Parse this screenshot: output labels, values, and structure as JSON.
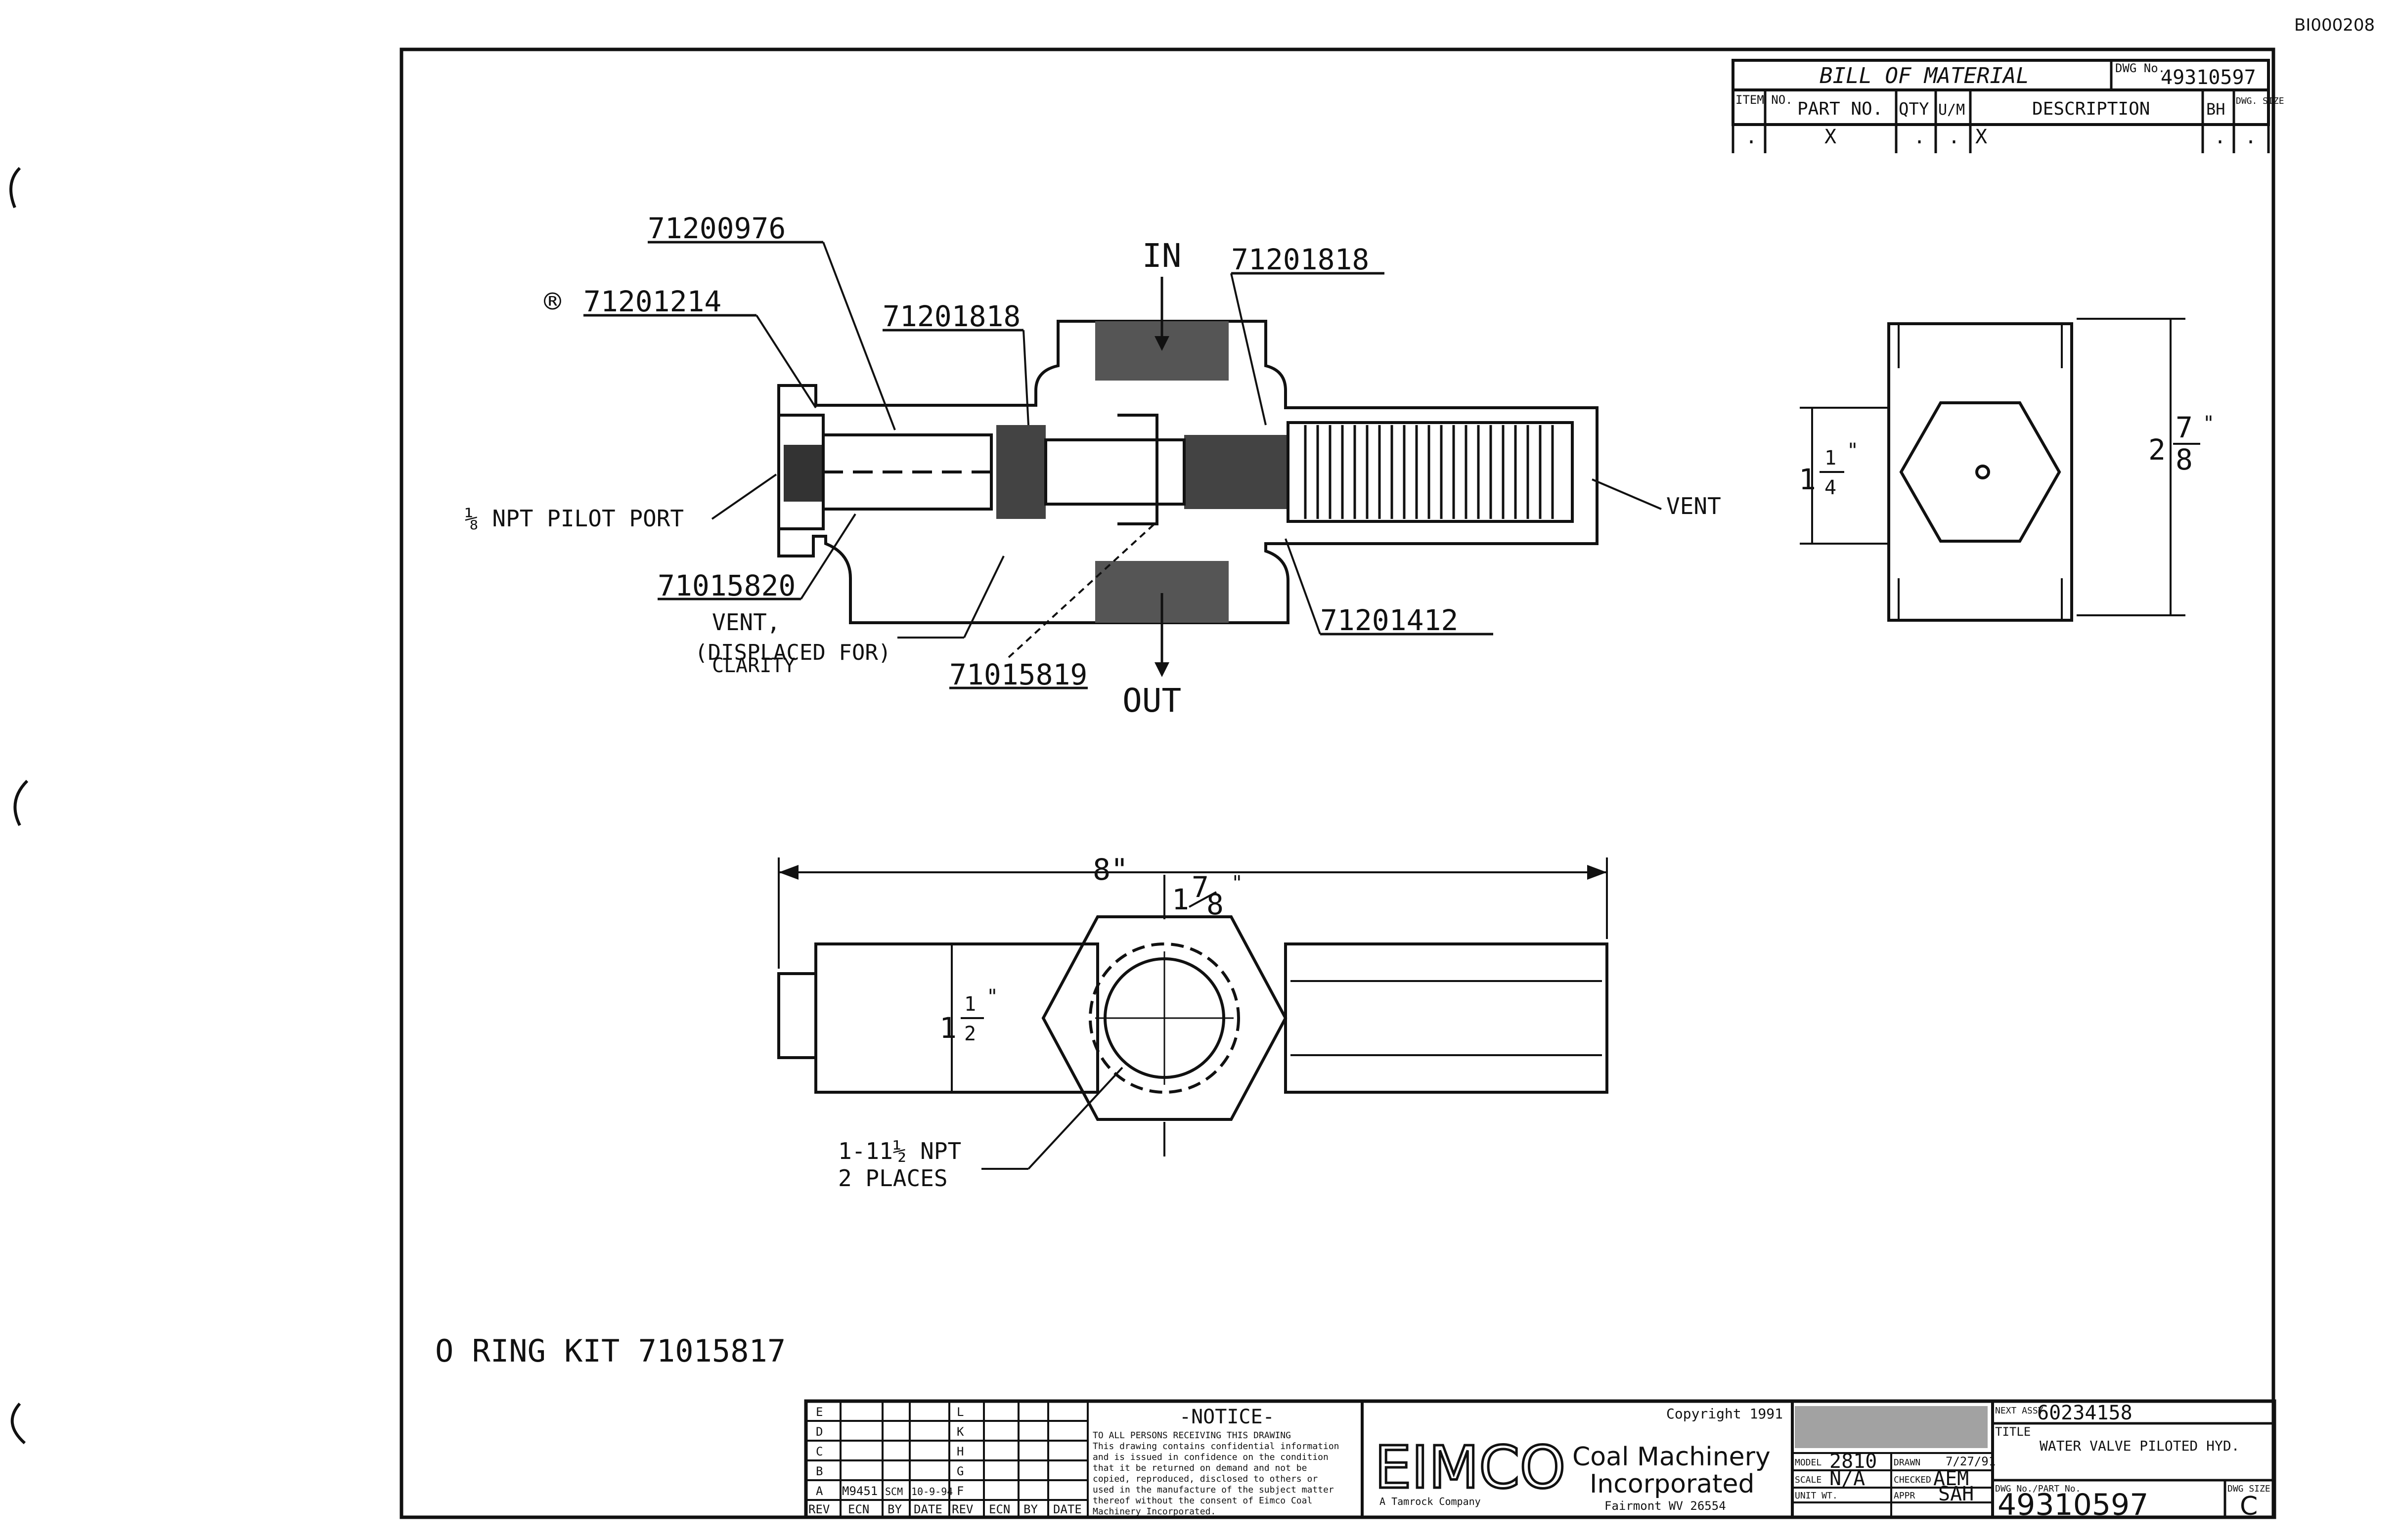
{
  "corner_id": "BI000208",
  "bill_of_material": {
    "title": "BILL OF MATERIAL",
    "dwg_no_label": "DWG No.",
    "dwg_no": "49310597",
    "columns": [
      "ITEM NO.",
      "PART NO.",
      "QTY",
      "U/M",
      "DESCRIPTION",
      "BH",
      "DWG. SIZE"
    ],
    "row": [
      ".",
      "X",
      ".",
      ".",
      "X",
      ".",
      "."
    ]
  },
  "callouts": {
    "p1": "71200976",
    "p2": "71201214",
    "p2_mark": "®",
    "p3": "71201818",
    "p4": "71201818",
    "p5": "71015820",
    "p6": "71015819",
    "p7": "71201412",
    "pilot_port": "⅛ NPT PILOT PORT",
    "vent_right": "VENT",
    "vent_displaced_1": "VENT,",
    "vent_displaced_2": "(DISPLACED FOR)",
    "vent_displaced_3": "CLARITY",
    "in": "IN",
    "out": "OUT"
  },
  "dimensions": {
    "end_height_whole": "1",
    "end_height_frac_num": "1",
    "end_height_frac_den": "4",
    "end_height_unit": "\"",
    "end_full_whole": "2",
    "end_full_frac_num": "7",
    "end_full_frac_den": "8",
    "end_full_unit": "\"",
    "length": "8\"",
    "hex_whole": "1",
    "hex_frac_num": "7",
    "hex_frac_den": "8",
    "hex_unit": "\"",
    "dia_whole": "1",
    "dia_frac_num": "1",
    "dia_frac_den": "2",
    "dia_unit": "\"",
    "npt_1": "1-11½ NPT",
    "npt_2": "2 PLACES"
  },
  "oring_kit": "O RING KIT 71015817",
  "title_block": {
    "notice_title": "-NOTICE-",
    "notice_text": [
      "TO ALL PERSONS RECEIVING THIS DRAWING",
      "This drawing contains confidential information",
      "and is issued in confidence on the condition",
      "that it be returned on demand and not be",
      "copied, reproduced, disclosed to others or",
      "used in the manufacture of the subject matter",
      "thereof without the consent of Eimco Coal",
      "Machinery Incorporated."
    ],
    "rev_letters_left": [
      "E",
      "D",
      "C",
      "B",
      "A"
    ],
    "rev_letters_right": [
      "L",
      "K",
      "H",
      "G",
      "F"
    ],
    "rev_row_a": [
      "M9451",
      "SCM",
      "10-9-94"
    ],
    "rev_headers": [
      "REV",
      "ECN",
      "BY",
      "DATE",
      "REV",
      "ECN",
      "BY",
      "DATE"
    ],
    "copyright": "Copyright 1991",
    "logo": "EIMCO",
    "company_1": "Coal Machinery",
    "company_2": "Incorporated",
    "address": "Fairmont WV 26554",
    "logo_sub": "A Tamrock Company",
    "mid_labels": [
      "MODEL",
      "SCALE",
      "UNIT WT.",
      "DRAWN",
      "CHECKED",
      "APPR"
    ],
    "mid_values": [
      "2810",
      "N/A",
      "AEM",
      "SAH",
      "7/27/91"
    ],
    "next_assy_label": "NEXT ASSY.",
    "next_assy": "60234158",
    "title_label": "TITLE",
    "title": "WATER VALVE PILOTED HYD.",
    "dwg_label": "DWG No./PART No.",
    "dwg_no": "49310597",
    "size_label": "DWG SIZE",
    "size": "C"
  }
}
